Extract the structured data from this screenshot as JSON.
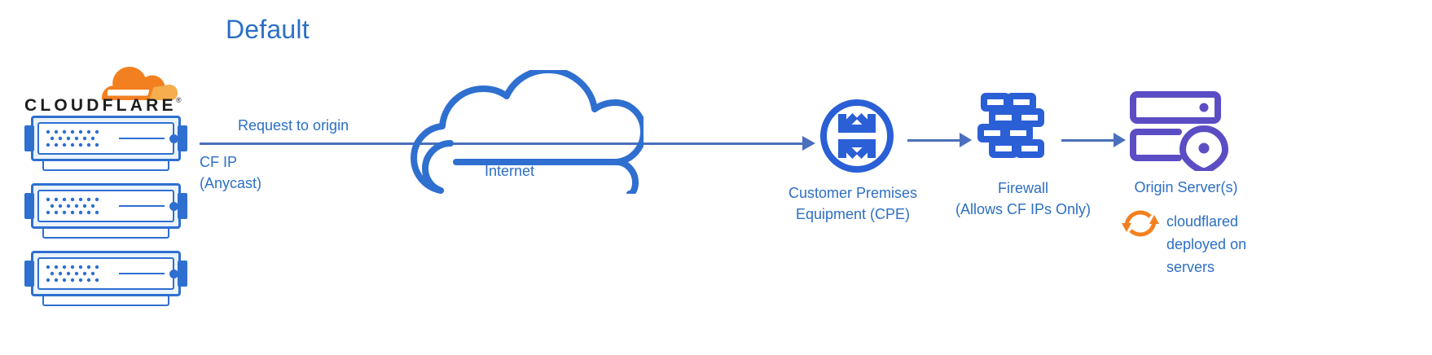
{
  "title": "Default",
  "brand": {
    "logo_word": "CLOUDFLARE",
    "registered_mark": "®",
    "logo_icon": "cloudflare-cloud-icon"
  },
  "colors": {
    "primary_blue": "#2c6fc4",
    "line_blue": "#4a6fbd",
    "icon_blue": "#2f6fd0",
    "firewall_blue": "#2a5fd6",
    "origin_purple": "#5b4dc4",
    "cloudflare_orange": "#f38020",
    "cloudflare_orange_light": "#f6ad4e",
    "logo_text": "#1d1d1b",
    "server_fill": "#eaf3fb",
    "background": "#ffffff"
  },
  "nodes": {
    "edge_servers": {
      "name": "cloudflare-edge-servers",
      "count": 3
    },
    "internet": {
      "label": "Internet",
      "icon": "cloud-outline-icon"
    },
    "cpe": {
      "label_line1": "Customer Premises",
      "label_line2": "Equipment (CPE)",
      "icon": "converging-arrows-circle-icon"
    },
    "firewall": {
      "label_line1": "Firewall",
      "label_line2": "(Allows CF IPs Only)",
      "icon": "brick-wall-icon"
    },
    "origin": {
      "label": "Origin Server(s)",
      "icon": "server-rack-location-pin-icon"
    }
  },
  "annotations": {
    "request_to_origin": "Request to origin",
    "cf_ip_line1": "CF IP",
    "cf_ip_line2": "(Anycast)",
    "cloudflared_line1": "cloudflared",
    "cloudflared_line2": "deployed on",
    "cloudflared_line3": "servers",
    "cloudflared_icon": "circular-sync-arrows-icon"
  }
}
